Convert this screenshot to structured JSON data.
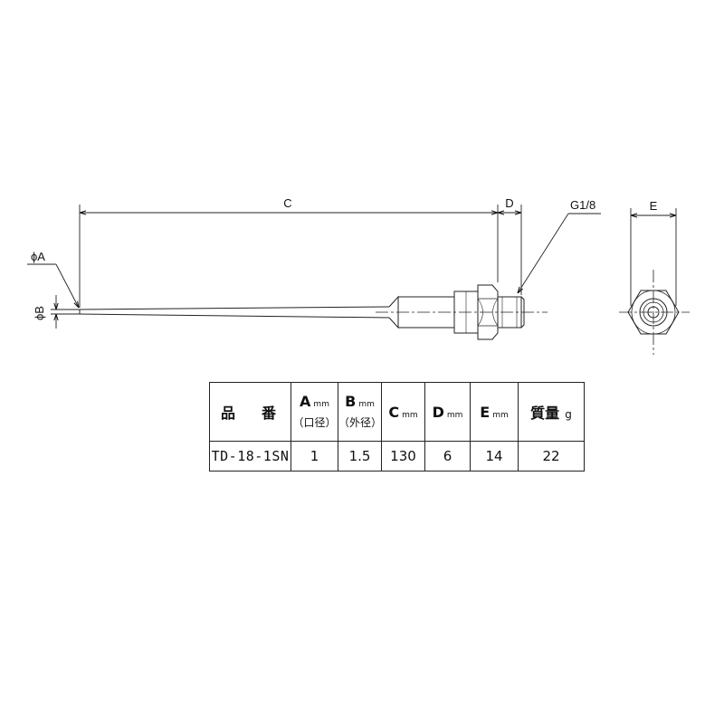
{
  "drawing": {
    "labels": {
      "dia_a": "ϕA",
      "dia_b": "ϕB",
      "dim_c": "C",
      "dim_d": "D",
      "thread": "G1/8",
      "dim_e": "E"
    }
  },
  "table": {
    "head": {
      "name": [
        "品",
        "番"
      ],
      "a": {
        "letter": "A",
        "unit": "mm",
        "sub": "（口径）"
      },
      "b": {
        "letter": "B",
        "unit": "mm",
        "sub": "（外径）"
      },
      "c": {
        "letter": "C",
        "unit": "mm"
      },
      "d": {
        "letter": "D",
        "unit": "mm"
      },
      "e": {
        "letter": "E",
        "unit": "mm"
      },
      "mass": {
        "label": "質量",
        "unit": "g"
      }
    },
    "row": {
      "part_no": "TD-18-1SN",
      "a": "1",
      "b": "1.5",
      "c": "130",
      "d": "6",
      "e": "14",
      "mass": "22"
    }
  }
}
